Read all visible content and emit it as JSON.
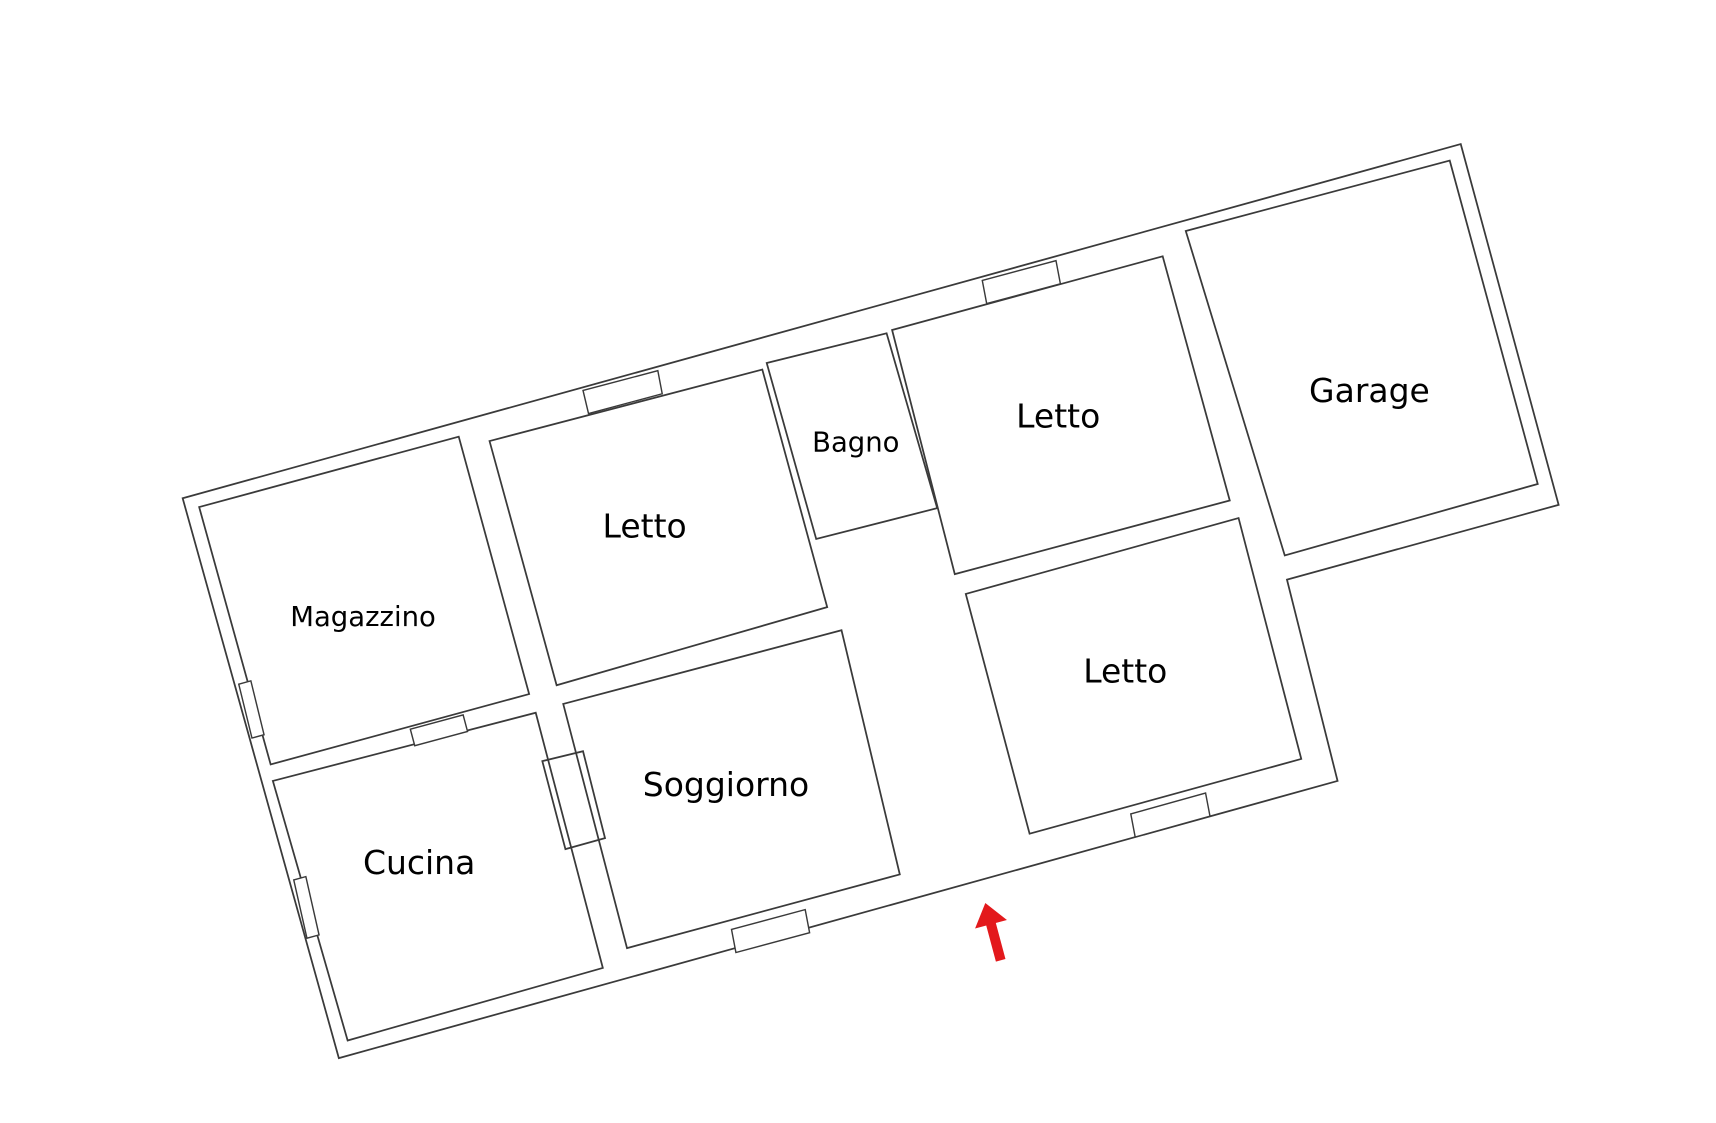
{
  "rooms": [
    {
      "id": "magazzino",
      "label": "Magazzino"
    },
    {
      "id": "letto-1",
      "label": "Letto"
    },
    {
      "id": "bagno",
      "label": "Bagno"
    },
    {
      "id": "letto-2",
      "label": "Letto"
    },
    {
      "id": "garage",
      "label": "Garage"
    },
    {
      "id": "letto-3",
      "label": "Letto"
    },
    {
      "id": "soggiorno",
      "label": "Soggiorno"
    },
    {
      "id": "cucina",
      "label": "Cucina"
    }
  ],
  "colors": {
    "wall": "#3a3a3a",
    "entrance_arrow": "#e3191c",
    "background": "#ffffff"
  },
  "icons": {
    "entrance": "arrow-up-icon"
  }
}
